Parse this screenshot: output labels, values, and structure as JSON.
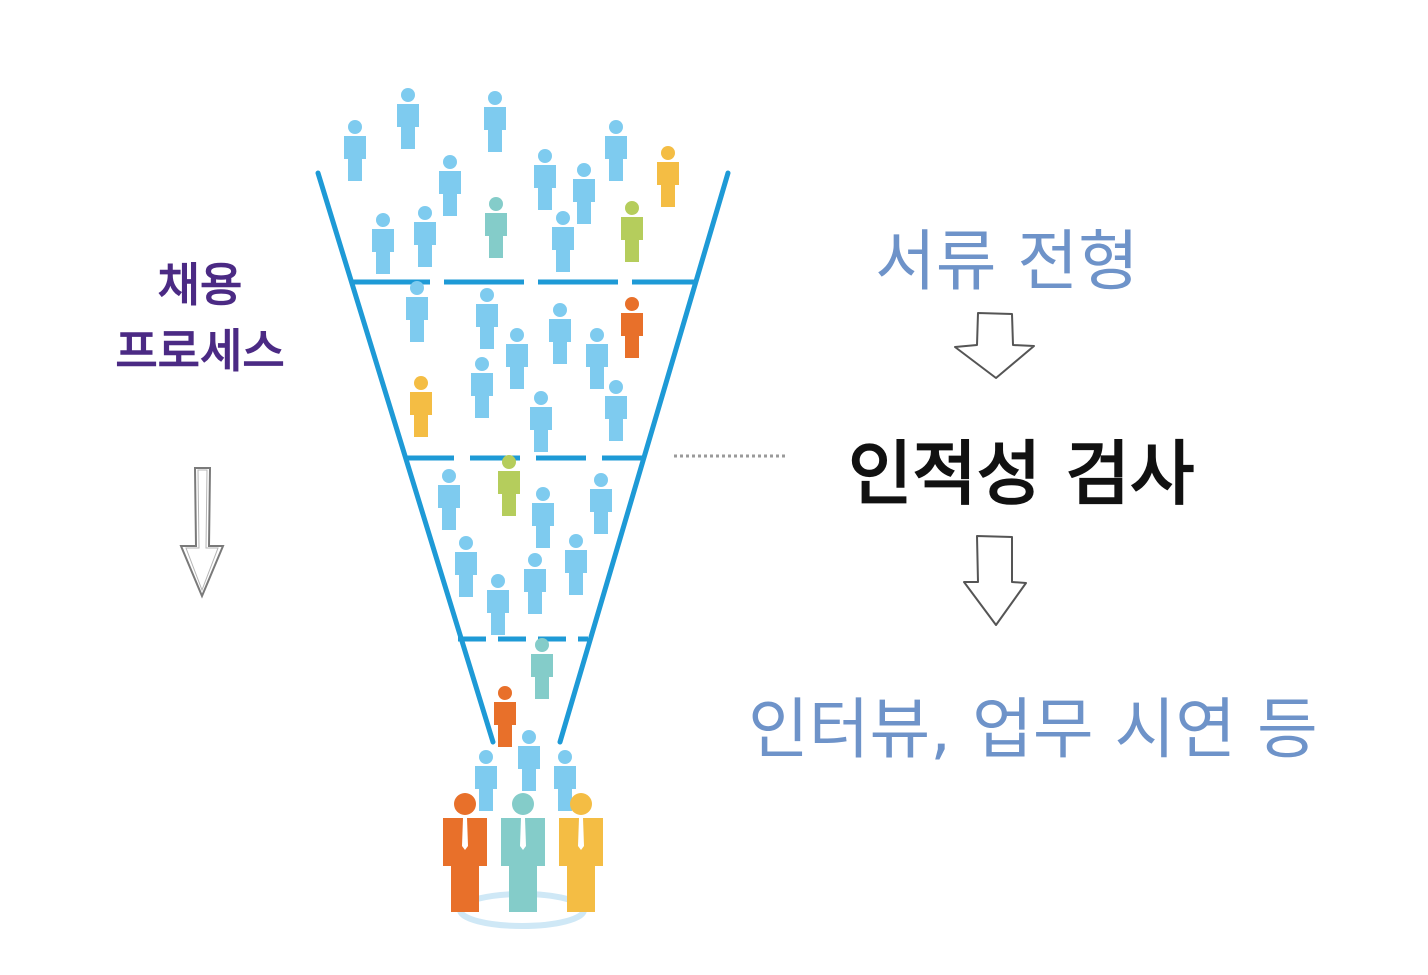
{
  "process_label": {
    "line1": "채용",
    "line2": "프로세스"
  },
  "stages": [
    {
      "label": "서류 전형"
    },
    {
      "label": "인적성 검사"
    },
    {
      "label": "인터뷰, 업무 시연 등"
    }
  ],
  "colors": {
    "funnel": "#1e9ad6",
    "person_blue": "#7ecbef",
    "person_orange": "#e8702a",
    "person_yellow": "#f4bd44",
    "person_teal": "#84ccc9",
    "person_green": "#b5cd5c",
    "stage_text": "#6e93c9",
    "highlight_text": "#111111",
    "process_text": "#4b2a84"
  }
}
